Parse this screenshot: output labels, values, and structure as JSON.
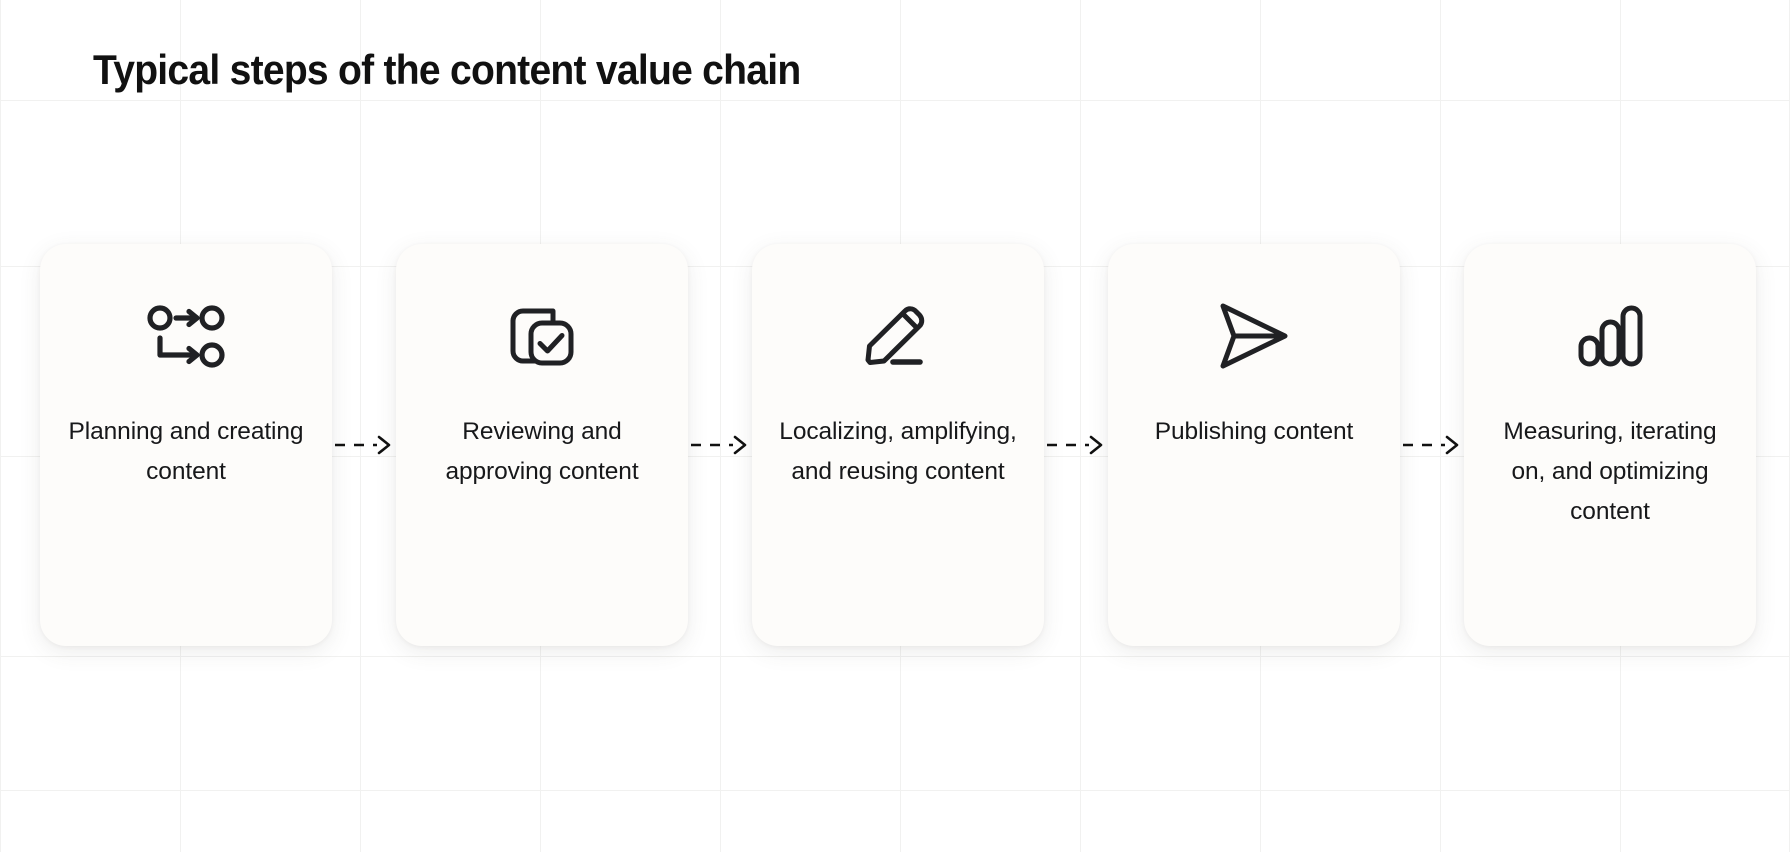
{
  "page": {
    "title": "Typical steps of the content value chain",
    "background_color": "#ffffff",
    "card_color": "#fdfcfa",
    "text_color": "#17181a",
    "grid_color": "#f1f1f0",
    "icon_color": "#202124"
  },
  "grid": {
    "vertical_x": [
      0,
      180,
      360,
      540,
      720,
      900,
      1080,
      1260,
      1440,
      1620,
      1789
    ],
    "horizontal_y": [
      100,
      266,
      456,
      656,
      790
    ]
  },
  "steps": [
    {
      "icon": "workflow-icon",
      "label": "Planning and creating content"
    },
    {
      "icon": "copy-check-icon",
      "label": "Reviewing and approving content"
    },
    {
      "icon": "pencil-edit-icon",
      "label": "Localizing, amplifying, and reusing content"
    },
    {
      "icon": "paper-plane-send-icon",
      "label": "Publishing content"
    },
    {
      "icon": "bar-chart-icon",
      "label": "Measuring, iterating on, and optimizing content"
    }
  ],
  "connectors": [
    {
      "style": "dashed-arrow-right"
    },
    {
      "style": "dashed-arrow-right"
    },
    {
      "style": "dashed-arrow-right"
    },
    {
      "style": "dashed-arrow-right"
    }
  ]
}
